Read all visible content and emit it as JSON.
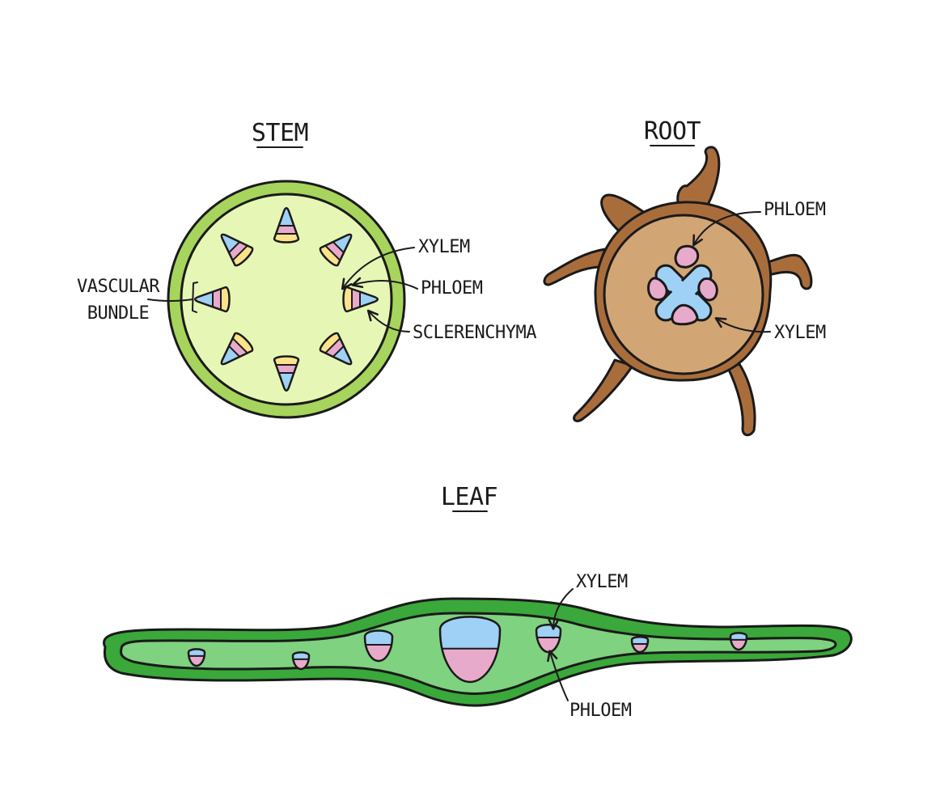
{
  "stem": {
    "title": "STEM",
    "labels": {
      "vascular_bundle_line1": "VASCULAR",
      "vascular_bundle_line2": "BUNDLE",
      "xylem": "XYLEM",
      "phloem": "PHLOEM",
      "sclerenchyma": "SCLERENCHYMA"
    }
  },
  "root": {
    "title": "ROOT",
    "labels": {
      "phloem": "PHLOEM",
      "xylem": "XYLEM"
    }
  },
  "leaf": {
    "title": "LEAF",
    "labels": {
      "xylem": "XYLEM",
      "phloem": "PHLOEM"
    }
  },
  "colors": {
    "stem_outer": "#a7d45c",
    "stem_inner": "#e6f7b5",
    "xylem": "#9fd0f5",
    "phloem": "#e8aacb",
    "sclerenchyma": "#fbe38a",
    "root_hair": "#a96d3c",
    "root_cortex": "#d2a574",
    "leaf_outer": "#3aa83a",
    "leaf_inner": "#7fd27f",
    "ink": "#1a1a1a"
  }
}
